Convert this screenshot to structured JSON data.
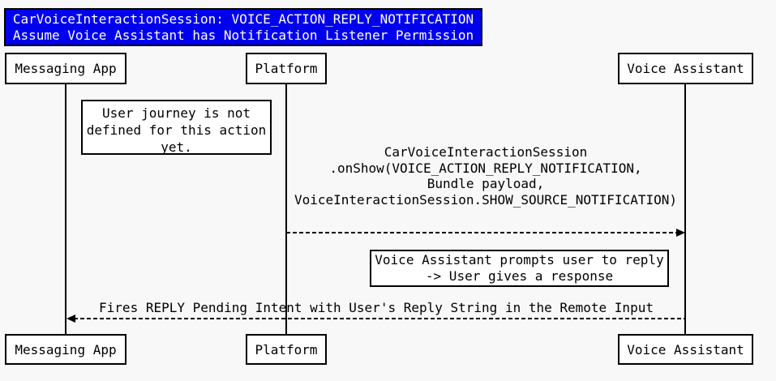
{
  "diagram_type": "sequence",
  "colors": {
    "background": "#f8f8f8",
    "title_background": "#0000ee",
    "title_text": "#ffffff",
    "box_background": "#ffffff",
    "line_and_border": "#000000",
    "text": "#000000"
  },
  "title": {
    "line1": "CarVoiceInteractionSession: VOICE_ACTION_REPLY_NOTIFICATION",
    "line2": "Assume Voice Assistant has Notification Listener Permission"
  },
  "actors": [
    {
      "name": "Messaging App"
    },
    {
      "name": "Platform"
    },
    {
      "name": "Voice Assistant"
    }
  ],
  "notes": [
    {
      "near": "Messaging App",
      "lines": [
        "User journey is not",
        "defined for this action",
        "yet."
      ]
    },
    {
      "near": "Voice Assistant",
      "lines": [
        "Voice Assistant prompts user to reply",
        "-> User gives a response"
      ]
    }
  ],
  "messages": [
    {
      "from": "Platform",
      "to": "Voice Assistant",
      "style": "dashed",
      "lines": [
        "CarVoiceInteractionSession",
        ".onShow(VOICE_ACTION_REPLY_NOTIFICATION,",
        "Bundle payload,",
        "VoiceInteractionSession.SHOW_SOURCE_NOTIFICATION)"
      ]
    },
    {
      "from": "Voice Assistant",
      "to": "Messaging App",
      "style": "dashed",
      "lines": [
        "Fires REPLY Pending Intent with User's Reply String in the Remote Input"
      ]
    }
  ]
}
